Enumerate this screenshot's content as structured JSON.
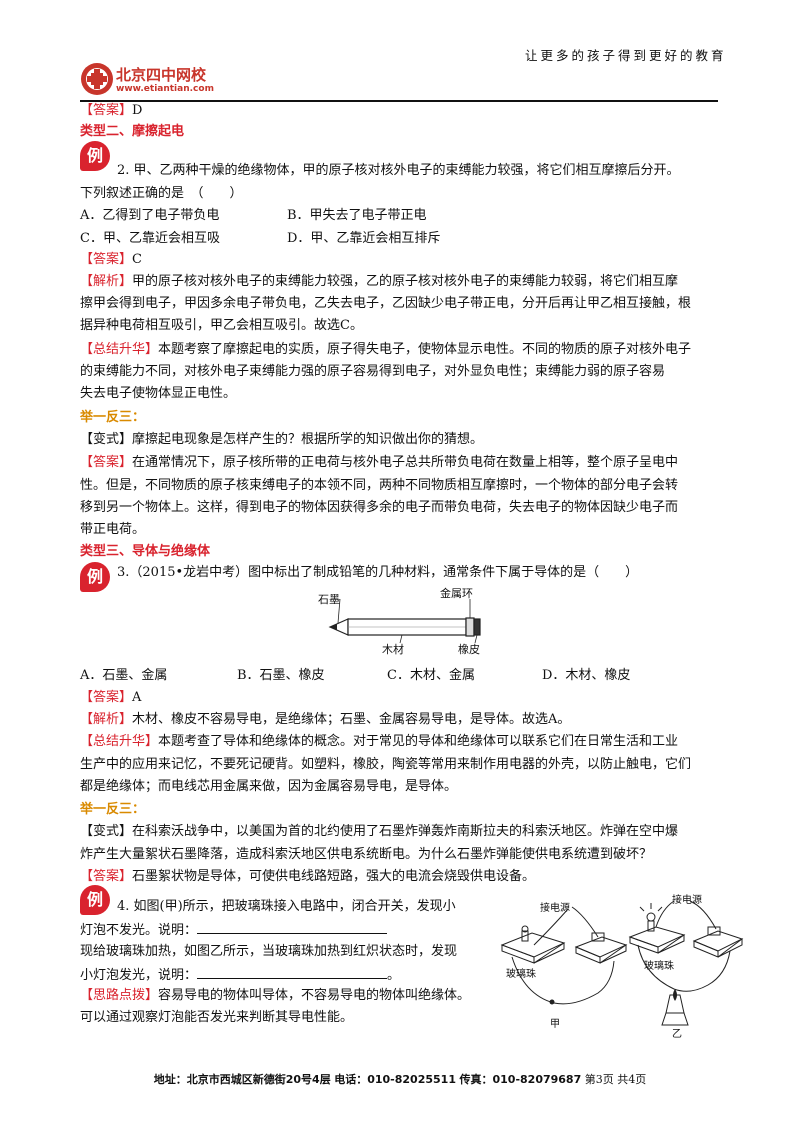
{
  "header": {
    "logo_name": "北京四中网校",
    "logo_url": "www.etiantian.com",
    "slogan": "让更多的孩子得到更好的教育"
  },
  "lines": {
    "ans1": [
      "【答案】",
      "D"
    ],
    "type2": "类型二、摩擦起电",
    "q2_a": "2. 甲、乙两种干燥的绝缘物体，甲的原子核对核外电子的束缚能力较强，将它们相互摩擦后分开。",
    "q2_b": "下列叙述正确的是　（　　）",
    "q2_A": "A．乙得到了电子带负电",
    "q2_B": "B．甲失去了电子带正电",
    "q2_C": "C．甲、乙靠近会相互吸",
    "q2_D": "D．甲、乙靠近会相互排斥",
    "ans2": [
      "【答案】",
      "C"
    ],
    "jx2_1": [
      "【解析】",
      "甲的原子核对核外电子的束缚能力较强，乙的原子核对核外电子的束缚能力较弱，将它们相互摩"
    ],
    "jx2_2": "擦甲会得到电子，甲因多余电子带负电，乙失去电子，乙因缺少电子带正电，分开后再让甲乙相互接触，根",
    "jx2_3": "据异种电荷相互吸引，甲乙会相互吸引。故选C。",
    "zj2_1": [
      "【总结升华】",
      "本题考察了摩擦起电的实质，原子得失电子，使物体显示电性。不同的物质的原子对核外电子"
    ],
    "zj2_2": "的束缚能力不同，对核外电子束缚能力强的原子容易得到电子，对外显负电性；束缚能力弱的原子容易",
    "zj2_3": "失去电子使物体显正电性。",
    "jyfs1": "举一反三：",
    "bs1": "【变式】摩擦起电现象是怎样产生的？根据所学的知识做出你的猜想。",
    "ansbs1_1": [
      "【答案】",
      "在通常情况下，原子核所带的正电荷与核外电子总共所带负电荷在数量上相等，整个原子呈电中"
    ],
    "ansbs1_2": "性。但是，不同物质的原子核束缚电子的本领不同，两种不同物质相互摩擦时，一个物体的部分电子会转",
    "ansbs1_3": "移到另一个物体上。这样，得到电子的物体因获得多余的电子而带负电荷，失去电子的物体因缺少电子而",
    "ansbs1_4": "带正电荷。",
    "type3": "类型三、导体与绝缘体",
    "q3": "3.（2015•龙岩中考）图中标出了制成铅笔的几种材料，通常条件下属于导体的是（　　）",
    "q3_A": "A．石墨、金属",
    "q3_B": "B．石墨、橡皮",
    "q3_C": "C．木材、金属",
    "q3_D": "D．木材、橡皮",
    "ans3": [
      "【答案】",
      "A"
    ],
    "jx3": [
      "【解析】",
      "木材、橡皮不容易导电，是绝缘体；石墨、金属容易导电，是导体。故选A。"
    ],
    "zj3_1": [
      "【总结升华】",
      "本题考查了导体和绝缘体的概念。对于常见的导体和绝缘体可以联系它们在日常生活和工业"
    ],
    "zj3_2": "生产中的应用来记忆，不要死记硬背。如塑料，橡胶，陶瓷等常用来制作用电器的外壳，以防止触电，它们",
    "zj3_3": "都是绝缘体；而电线芯用金属来做，因为金属容易导电，是导体。",
    "jyfs2": "举一反三：",
    "bs2_1": "【变式】在科索沃战争中，以美国为首的北约使用了石墨炸弹轰炸南斯拉夫的科索沃地区。炸弹在空中爆",
    "bs2_2": "炸产生大量絮状石墨降落，造成科索沃地区供电系统断电。为什么石墨炸弹能使供电系统遭到破坏？",
    "ansbs2": [
      "【答案】",
      "石墨絮状物是导体，可使供电线路短路，强大的电流会烧毁供电设备。"
    ],
    "q4_1": "4. 如图(甲)所示，把玻璃珠接入电路中，闭合开关，发现小",
    "q4_2": "灯泡不发光。说明：",
    "q4_3": "现给玻璃珠加热，如图乙所示，当玻璃珠加热到红炽状态时，发现",
    "q4_4": "小灯泡发光，说明：",
    "q4_end": "。",
    "sl4_1": [
      "【思路点拨】",
      "容易导电的物体叫导体，不容易导电的物体叫绝缘体。"
    ],
    "sl4_2": "可以通过观察灯泡能否发光来判断其导电性能。"
  },
  "badge": "例",
  "pencil": {
    "graphite": "石墨",
    "metal_ring": "金属环",
    "wood": "木材",
    "rubber": "橡皮"
  },
  "circuit": {
    "power_a": "接电源",
    "bead": "玻璃珠",
    "label_a": "甲",
    "power_b": "接电源",
    "bead_b": "玻璃珠",
    "label_b": "乙"
  },
  "footer": {
    "address": "地址：北京市西城区新德街20号4层",
    "phone": "电话：010-82025511",
    "fax": "传真：010-82079687",
    "page": "第3页 共4页"
  },
  "colors": {
    "accent_red": "#d9232e",
    "accent_orange": "#d98a00"
  }
}
